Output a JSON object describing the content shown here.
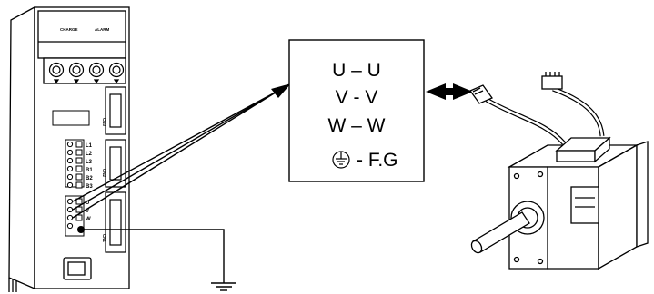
{
  "drive": {
    "led_labels": [
      "CHARGE",
      "ALARM"
    ],
    "connectors": [
      "CN3",
      "CN2",
      "CN1"
    ],
    "power_terminals": [
      "L1",
      "L2",
      "L3",
      "B1",
      "B2",
      "B3"
    ],
    "motor_terminals": [
      "U",
      "V",
      "W"
    ]
  },
  "mapping_box": {
    "rows": [
      "U – U",
      "V - V",
      "W – W",
      "- F.G"
    ]
  },
  "icons": {
    "ground_symbol": "earth-ground-icon",
    "connection_arrow": "double-headed-arrow-icon"
  }
}
